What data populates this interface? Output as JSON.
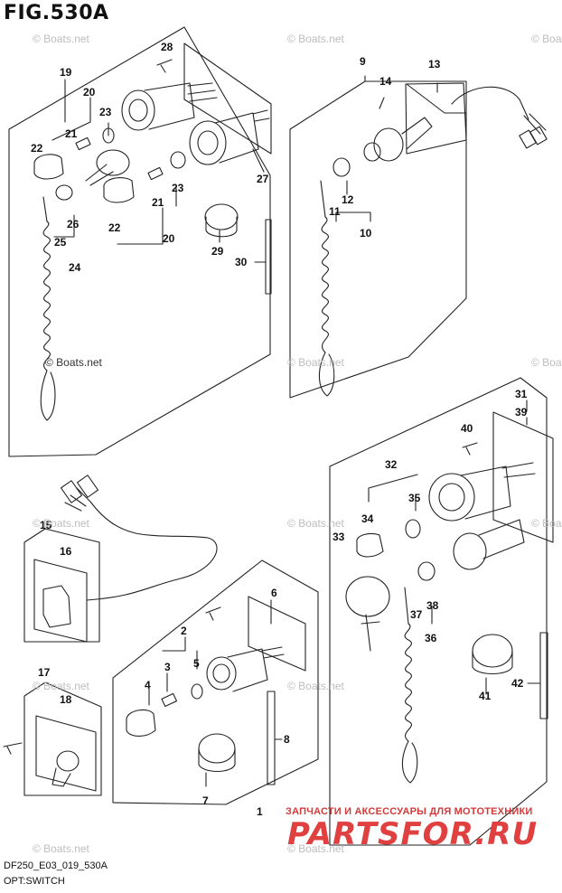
{
  "figure_title": "FIG.530A",
  "footer_code": "DF250_E03_019_530A",
  "footer_name": "OPT:SWITCH",
  "watermark": "© Boats.net",
  "brand_tagline": "ЗАПЧАСТИ И АКСЕССУАРЫ ДЛЯ МОТОТЕХНИКИ",
  "brand_name": "PARTSFOR.RU",
  "callouts": {
    "n1": "1",
    "n2": "2",
    "n3": "3",
    "n4": "4",
    "n5": "5",
    "n6": "6",
    "n7": "7",
    "n8": "8",
    "n9": "9",
    "n10": "10",
    "n11": "11",
    "n12": "12",
    "n13": "13",
    "n14": "14",
    "n15": "15",
    "n16": "16",
    "n17": "17",
    "n18": "18",
    "n19": "19",
    "n20a": "20",
    "n20b": "20",
    "n21a": "21",
    "n21b": "21",
    "n22a": "22",
    "n22b": "22",
    "n23a": "23",
    "n23b": "23",
    "n24": "24",
    "n25": "25",
    "n26": "26",
    "n27": "27",
    "n28": "28",
    "n29": "29",
    "n30": "30",
    "n31": "31",
    "n32": "32",
    "n33": "33",
    "n34": "34",
    "n35": "35",
    "n36": "36",
    "n37": "37",
    "n38": "38",
    "n39": "39",
    "n40": "40",
    "n41": "41",
    "n42": "42"
  },
  "colors": {
    "line": "#222222",
    "brand": "#e04040",
    "watermark": "#bdbdbd"
  }
}
